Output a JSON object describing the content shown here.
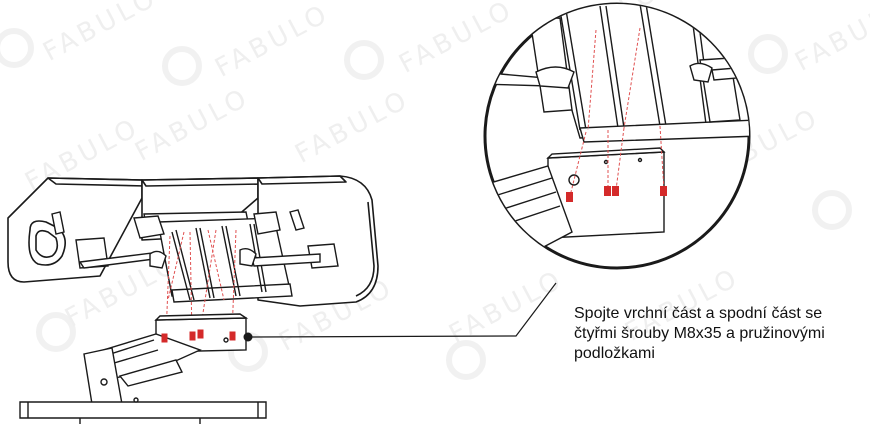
{
  "caption": {
    "lines": [
      "Spojte vrchní část a spodní část se",
      "čtyřmi šrouby M8x35 a pružinovými",
      "podložkami"
    ]
  },
  "watermark": {
    "text": "FABULO"
  },
  "colors": {
    "line": "#1a1a1a",
    "bolt": "#d42a2a",
    "guide": "#e05050",
    "watermark": "#efefef",
    "background": "#ffffff"
  }
}
